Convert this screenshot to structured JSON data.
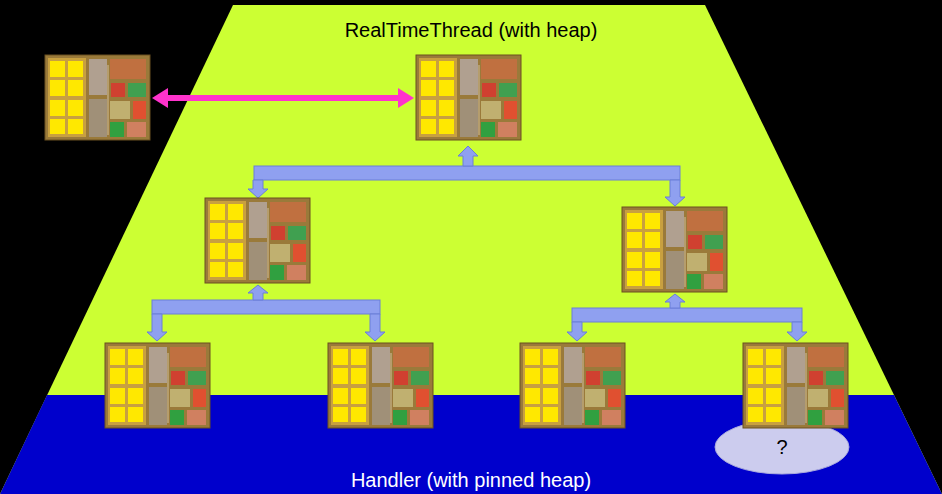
{
  "diagram": {
    "nodes": [
      {
        "text": [
          "RealTimeThread (with heap)"
        ]
      },
      {
        "text": [
          "Handler (with pinned heap)"
        ],
        "in": 0
      },
      {
        "text": [
          "?"
        ],
        "in": 1
      }
    ]
  }
}
